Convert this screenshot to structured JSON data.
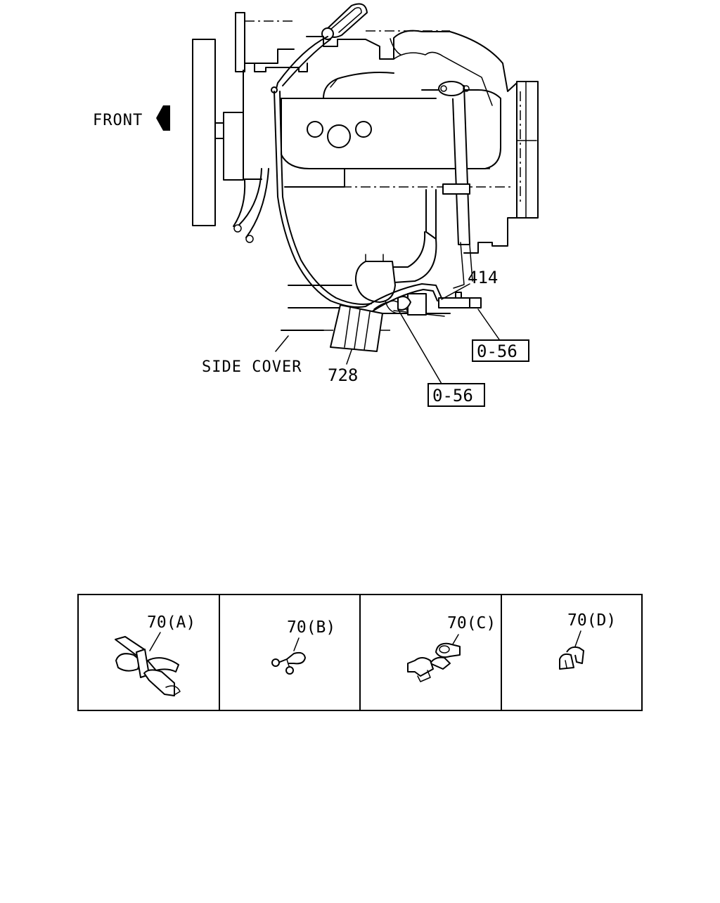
{
  "labels": {
    "front": "FRONT",
    "side_cover": "SIDE COVER",
    "part_414": "414",
    "part_728": "728",
    "ref_upper": "0-56",
    "ref_lower": "0-56"
  },
  "clips": [
    {
      "label": "70(A)",
      "icon": "clip-a-icon"
    },
    {
      "label": "70(B)",
      "icon": "clip-b-icon"
    },
    {
      "label": "70(C)",
      "icon": "clip-c-icon"
    },
    {
      "label": "70(D)",
      "icon": "clip-d-icon"
    }
  ]
}
